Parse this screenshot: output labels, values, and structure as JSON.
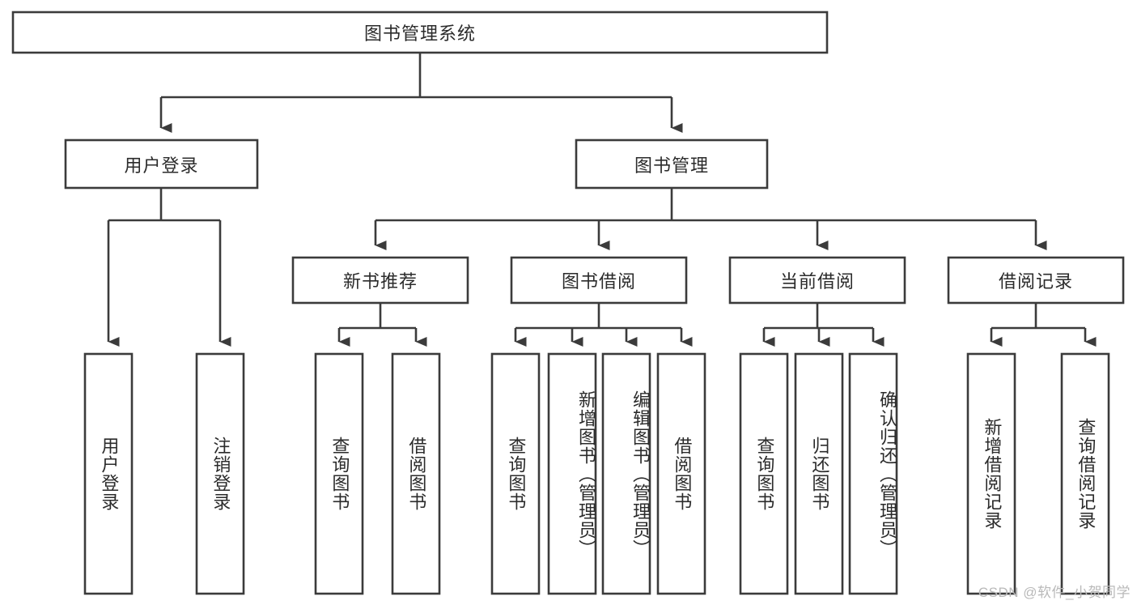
{
  "diagram": {
    "title": "图书管理系统",
    "type": "tree-hierarchy-diagram",
    "colors": {
      "box_stroke": "#3b3b3b",
      "box_fill": "#ffffff",
      "text": "#2b2b2b",
      "background": "#ffffff",
      "watermark": "#b9b9b9"
    },
    "root": {
      "label": "图书管理系统"
    },
    "level2": [
      {
        "id": "user-login",
        "label": "用户登录"
      },
      {
        "id": "book-management",
        "label": "图书管理"
      }
    ],
    "level3": [
      {
        "id": "new-book-recommend",
        "label": "新书推荐"
      },
      {
        "id": "book-borrow",
        "label": "图书借阅"
      },
      {
        "id": "current-borrow",
        "label": "当前借阅"
      },
      {
        "id": "borrow-record",
        "label": "借阅记录"
      }
    ],
    "leaves": {
      "user_login": [
        {
          "id": "leaf-user-login",
          "label": "用户登录"
        },
        {
          "id": "leaf-logout-login",
          "label": "注销登录"
        }
      ],
      "new_book_recommend": [
        {
          "id": "leaf-query-book-1",
          "label": "查询图书"
        },
        {
          "id": "leaf-borrow-book-1",
          "label": "借阅图书"
        }
      ],
      "book_borrow": [
        {
          "id": "leaf-query-book-2",
          "label": "查询图书"
        },
        {
          "id": "leaf-add-book",
          "label": "新增图书（管理员）"
        },
        {
          "id": "leaf-edit-book",
          "label": "编辑图书（管理员）"
        },
        {
          "id": "leaf-borrow-book-2",
          "label": "借阅图书"
        }
      ],
      "current_borrow": [
        {
          "id": "leaf-query-book-3",
          "label": "查询图书"
        },
        {
          "id": "leaf-return-book",
          "label": "归还图书"
        },
        {
          "id": "leaf-confirm-return",
          "label": "确认归还（管理员）"
        }
      ],
      "borrow_record": [
        {
          "id": "leaf-add-record",
          "label": "新增借阅记录"
        },
        {
          "id": "leaf-query-record",
          "label": "查询借阅记录"
        }
      ]
    }
  },
  "watermark": {
    "text": "CSDN @软件_小贺同学"
  }
}
